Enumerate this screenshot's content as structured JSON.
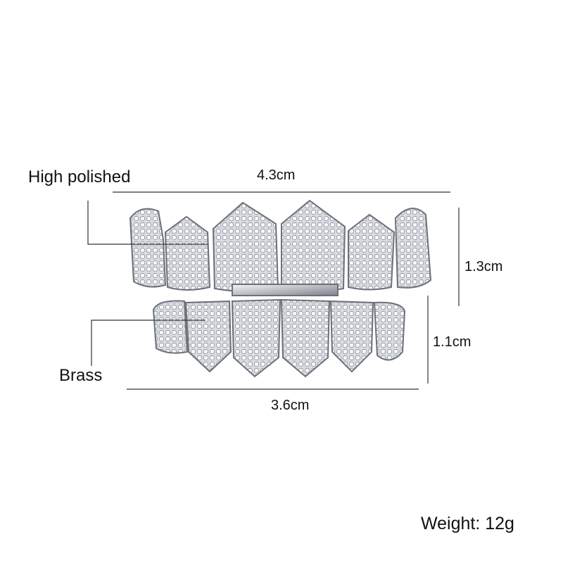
{
  "labels": {
    "finish": "High polished",
    "material": "Brass",
    "weight": "Weight: 12g"
  },
  "dimensions": {
    "top_width": "4.3cm",
    "bottom_width": "3.6cm",
    "top_height": "1.3cm",
    "bottom_height": "1.1cm"
  },
  "colors": {
    "metal": "#c9ccd2",
    "line": "#333333"
  }
}
